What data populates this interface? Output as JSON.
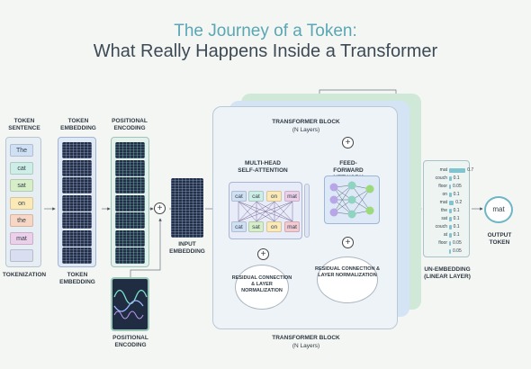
{
  "title": {
    "line1": "The Journey of a Token:",
    "line2": "What Really Happens Inside a Transformer"
  },
  "labels": {
    "token_sentence": "TOKEN SENTENCE",
    "token_embedding_top": "TOKEN EMBEDDING",
    "positional_encoding_top": "POSITIONAL ENCODING",
    "tokenization": "TOKENIZATION",
    "token_embedding_bottom": "TOKEN EMBEDDING",
    "positional_encoding_bottom": "POSITIONAL ENCODING",
    "input_embedding": "INPUT EMBEDDING",
    "transformer_block_top": "TRANSFORMER BLOCK",
    "n_layers_top": "(N Layers)",
    "multi_head": "MULTI-HEAD SELF-ATTENTION",
    "feed_forward": "FEED-FORWARD NETWORK",
    "residual_left": "RESIDUAL CONNECTION & LAYER NORMALIZATION",
    "residual_right": "RESIDUAL CONNECTION & LAYER NORMALIZATION",
    "transformer_block_bottom": "TRANSFORMER BLOCK",
    "n_layers_bottom": "(N Layers)",
    "unembedding": "UN-EMBEDDING (LINEAR LAYER)",
    "output_token_label": "OUTPUT TOKEN",
    "output_token": "mat"
  },
  "tokens": [
    {
      "word": "The",
      "color": "#cfe0f5"
    },
    {
      "word": "cat",
      "color": "#cdeee6"
    },
    {
      "word": "sat",
      "color": "#d6efc9"
    },
    {
      "word": "on",
      "color": "#fbe9b7"
    },
    {
      "word": "the",
      "color": "#f7d6c4"
    },
    {
      "word": "mat",
      "color": "#ecd0ea"
    },
    {
      "word": "",
      "color": "#d9def0"
    }
  ],
  "attention_top": [
    {
      "word": "cat",
      "color": "#cfe0f5"
    },
    {
      "word": "cat",
      "color": "#cdeee6"
    },
    {
      "word": "on",
      "color": "#fbe9b7"
    },
    {
      "word": "mat",
      "color": "#ecd0ea"
    }
  ],
  "attention_bottom": [
    {
      "word": "cat",
      "color": "#cfe0f5"
    },
    {
      "word": "sat",
      "color": "#d6efc9"
    },
    {
      "word": "on",
      "color": "#fbe9b7"
    },
    {
      "word": "mat",
      "color": "#f3c9d2"
    }
  ],
  "probabilities": [
    {
      "word": "mat",
      "value": "0.7",
      "p": 0.7
    },
    {
      "word": "couch",
      "value": "0.1",
      "p": 0.1
    },
    {
      "word": "floor",
      "value": "0.05",
      "p": 0.05
    },
    {
      "word": "on",
      "value": "0.1",
      "p": 0.1
    },
    {
      "word": "mat",
      "value": "0.2",
      "p": 0.2
    },
    {
      "word": "the",
      "value": "0.1",
      "p": 0.1
    },
    {
      "word": "sat",
      "value": "0.1",
      "p": 0.1
    },
    {
      "word": "couch",
      "value": "0.1",
      "p": 0.1
    },
    {
      "word": "at",
      "value": "0.1",
      "p": 0.1
    },
    {
      "word": "floor",
      "value": "0.05",
      "p": 0.05
    },
    {
      "word": "",
      "value": "0.05",
      "p": 0.05
    }
  ],
  "colors": {
    "accent_teal": "#5aa6b4",
    "block_bg": "#eef3f7",
    "stack_green": "#cfe8d8",
    "stack_blue": "#d4e4f5"
  }
}
